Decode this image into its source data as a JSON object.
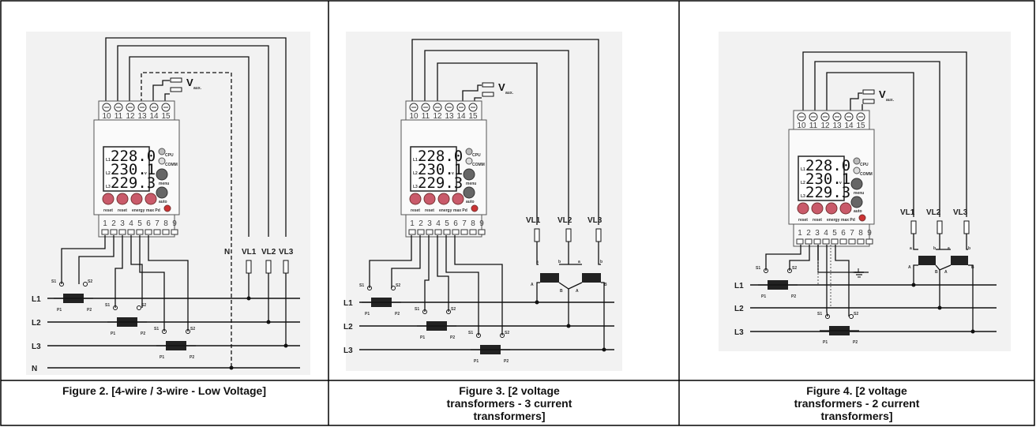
{
  "figures": [
    {
      "caption": "Figure 2. [4-wire / 3-wire - Low Voltage]",
      "terminals_top": [
        "10",
        "11",
        "12",
        "13",
        "14",
        "15"
      ],
      "terminals_bottom": [
        "1",
        "2",
        "3",
        "4",
        "5",
        "6",
        "7",
        "8",
        "9"
      ],
      "display_lines": [
        "228.0",
        "230.1",
        "229.3"
      ],
      "display_unit": "v",
      "vaux": "V",
      "vaux_sub": "aux.",
      "lines": [
        "L1",
        "L2",
        "L3",
        "N"
      ],
      "neutral_label": "N",
      "vl_labels": [
        "VL1",
        "VL2",
        "VL3"
      ],
      "ct_labels": {
        "s1": "S1",
        "s2": "S2",
        "p1": "P1",
        "p2": "P2"
      },
      "buttons": [
        "reset",
        "reset",
        "energy",
        "max Pd"
      ],
      "led_labels": [
        "CPU",
        "COMM"
      ],
      "key_labels": [
        "menu",
        "auto"
      ]
    },
    {
      "caption": "Figure 3. [2 voltage transformers - 3 current transformers]",
      "terminals_top": [
        "10",
        "11",
        "12",
        "13",
        "14",
        "15"
      ],
      "terminals_bottom": [
        "1",
        "2",
        "3",
        "4",
        "5",
        "6",
        "7",
        "8",
        "9"
      ],
      "display_lines": [
        "228.0",
        "230.1",
        "229.3"
      ],
      "display_unit": "v",
      "vaux": "V",
      "vaux_sub": "aux.",
      "lines": [
        "L1",
        "L2",
        "L3"
      ],
      "vl_labels": [
        "VL1",
        "VL2",
        "VL3"
      ],
      "ct_labels": {
        "s1": "S1",
        "s2": "S2",
        "p1": "P1",
        "p2": "P2"
      },
      "vt_labels": [
        "a",
        "b",
        "a",
        "b",
        "A",
        "B",
        "A",
        "B"
      ],
      "buttons": [
        "reset",
        "reset",
        "energy",
        "max Pd"
      ],
      "led_labels": [
        "CPU",
        "COMM"
      ],
      "key_labels": [
        "menu",
        "auto"
      ]
    },
    {
      "caption": "Figure 4. [2 voltage transformers - 2 current transformers]",
      "terminals_top": [
        "10",
        "11",
        "12",
        "13",
        "14",
        "15"
      ],
      "terminals_bottom": [
        "1",
        "2",
        "3",
        "4",
        "5",
        "6",
        "7",
        "8",
        "9"
      ],
      "display_lines": [
        "228.0",
        "230.1",
        "229.3"
      ],
      "display_unit": "v",
      "vaux": "V",
      "vaux_sub": "aux.",
      "lines": [
        "L1",
        "L2",
        "L3"
      ],
      "vl_labels": [
        "VL1",
        "VL2",
        "VL3"
      ],
      "ct_labels": {
        "s1": "S1",
        "s2": "S2",
        "p1": "P1",
        "p2": "P2"
      },
      "vt_labels": [
        "a",
        "b",
        "a",
        "b",
        "A",
        "B",
        "A",
        "B"
      ],
      "buttons": [
        "reset",
        "reset",
        "energy",
        "max Pd"
      ],
      "led_labels": [
        "CPU",
        "COMM"
      ],
      "key_labels": [
        "menu",
        "auto"
      ]
    }
  ]
}
